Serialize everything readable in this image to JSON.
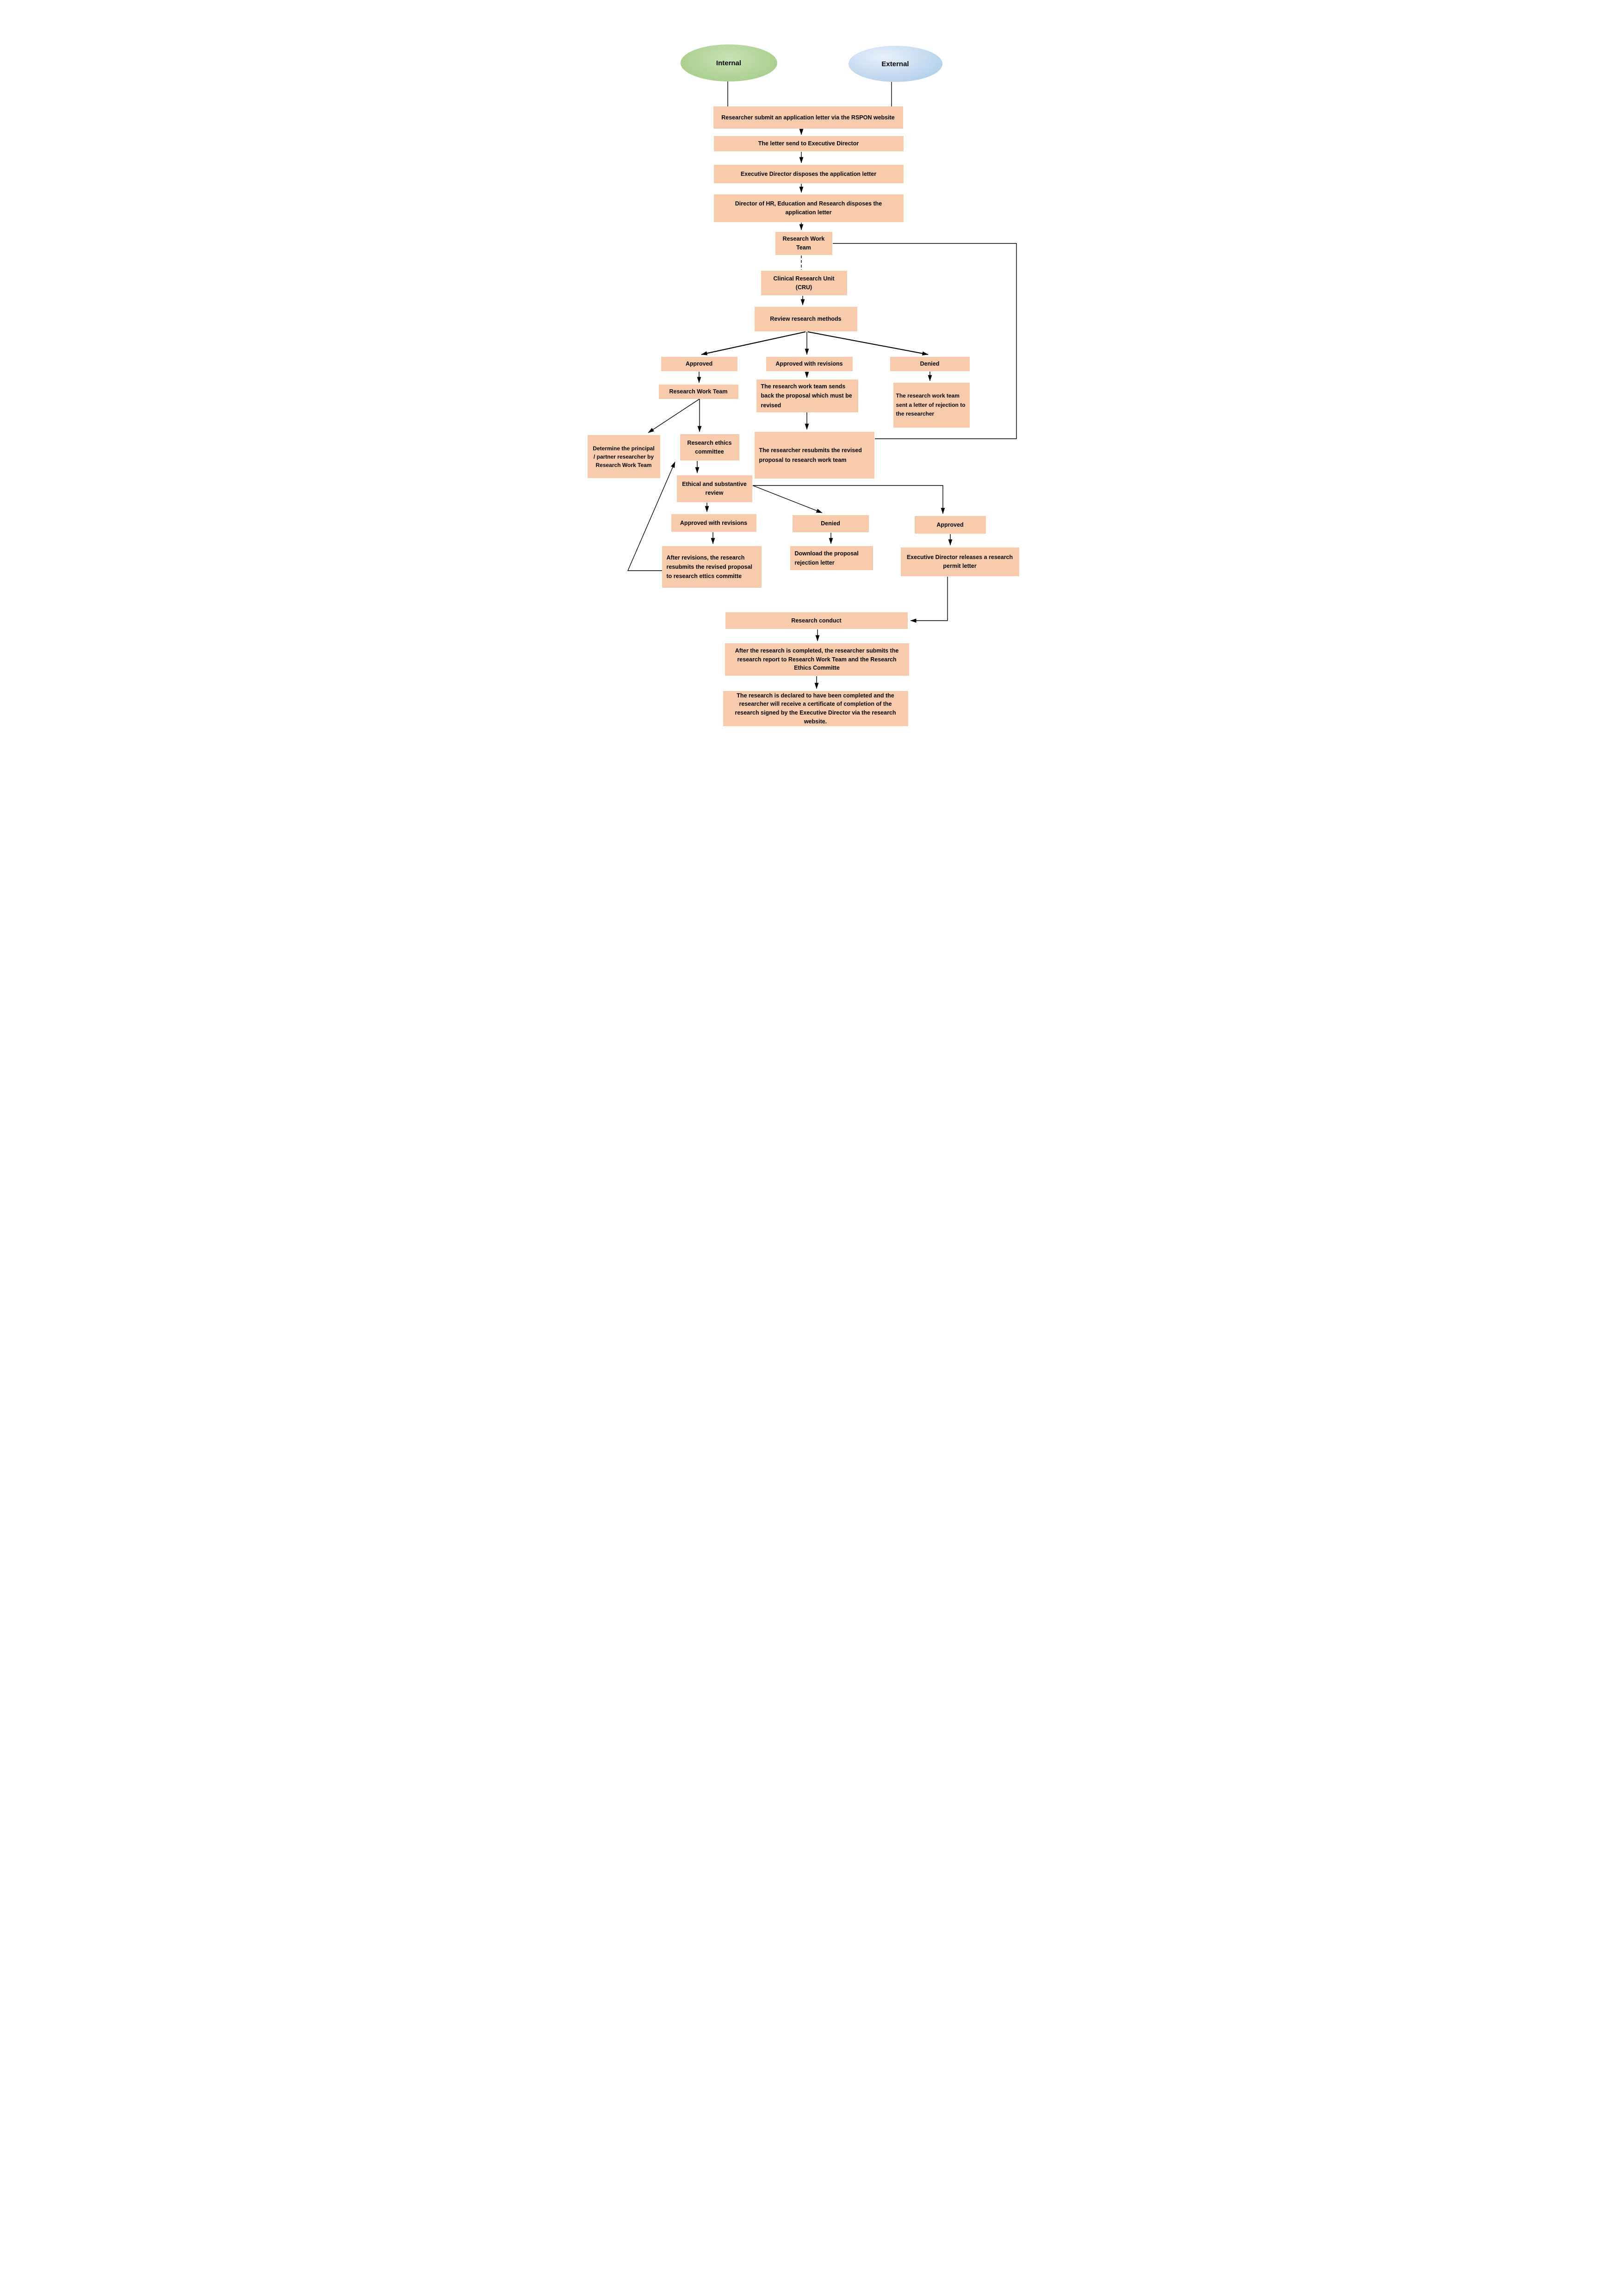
{
  "title": "Research application flow (RSPON)",
  "colors": {
    "node_fill": "#F8CBAD",
    "line": "#000000",
    "text": "#000000",
    "background": "#FFFFFF",
    "ellipse_internal_center": "#c8e2b4",
    "ellipse_internal_edge": "#a9cf8e",
    "ellipse_external_center": "#e7f0fa",
    "ellipse_external_edge": "#a3c6e8"
  },
  "ellipses": {
    "internal": {
      "label": "Internal"
    },
    "external": {
      "label": "External"
    }
  },
  "nodes": {
    "submit_application": {
      "label": "Researcher submit an application letter via the RSPON website"
    },
    "letter_to_director": {
      "label": "The letter send to Executive Director"
    },
    "director_disposes": {
      "label": "Executive Director disposes the application letter"
    },
    "hr_disposes": {
      "label": "Director of HR, Education and Research disposes the application letter"
    },
    "research_work_team": {
      "label": "Research Work Team"
    },
    "cru": {
      "label": "Clinical Research Unit (CRU)"
    },
    "review_methods": {
      "label": "Review research methods"
    },
    "approved_1": {
      "label": "Approved"
    },
    "approved_revisions_1": {
      "label": "Approved with revisions"
    },
    "denied_1": {
      "label": "Denied"
    },
    "research_work_team_2": {
      "label": "Research Work Team"
    },
    "sends_back": {
      "label": "The research work team sends back the proposal which must be revised"
    },
    "rejection_letter": {
      "label": "The research work team sent a letter of rejection to the researcher"
    },
    "determine_principal": {
      "label": "Determine the principal / partner researcher by Research Work Team"
    },
    "ethics_committee": {
      "label": "Research ethics committee"
    },
    "resubmit": {
      "label": "The researcher resubmits the revised proposal to research work team"
    },
    "ethical_review": {
      "label": "Ethical and substantive review"
    },
    "approved_revisions_2": {
      "label": "Approved with revisions"
    },
    "denied_2": {
      "label": "Denied"
    },
    "approved_2": {
      "label": "Approved"
    },
    "after_revisions": {
      "label": "After revisions, the research resubmits the revised proposal to research ettics committe"
    },
    "download_rejection": {
      "label": "Download the proposal rejection letter"
    },
    "exec_releases_permit": {
      "label": "Executive Director releases a research permit letter"
    },
    "research_conduct": {
      "label": "Research conduct"
    },
    "submit_report": {
      "label": "After the research is completed, the researcher submits the research report to Research Work Team and the Research Ethics Committe"
    },
    "declared_complete": {
      "label": "The research is declared to have been completed and the researcher will receive a certificate of completion of the research signed by the Executive Director via the research website."
    }
  },
  "edges": [
    {
      "from": "internal",
      "to": "submit_application",
      "style": "line"
    },
    {
      "from": "external",
      "to": "submit_application",
      "style": "line"
    },
    {
      "from": "submit_application",
      "to": "letter_to_director",
      "style": "arrow"
    },
    {
      "from": "letter_to_director",
      "to": "director_disposes",
      "style": "arrow"
    },
    {
      "from": "director_disposes",
      "to": "hr_disposes",
      "style": "arrow"
    },
    {
      "from": "hr_disposes",
      "to": "research_work_team",
      "style": "arrow"
    },
    {
      "from": "research_work_team",
      "to": "cru",
      "style": "dashed"
    },
    {
      "from": "cru",
      "to": "review_methods",
      "style": "arrow"
    },
    {
      "from": "review_methods",
      "to": "approved_1",
      "style": "arrow"
    },
    {
      "from": "review_methods",
      "to": "approved_revisions_1",
      "style": "arrow"
    },
    {
      "from": "review_methods",
      "to": "denied_1",
      "style": "arrow"
    },
    {
      "from": "approved_1",
      "to": "research_work_team_2",
      "style": "arrow"
    },
    {
      "from": "approved_revisions_1",
      "to": "sends_back",
      "style": "arrow"
    },
    {
      "from": "denied_1",
      "to": "rejection_letter",
      "style": "arrow"
    },
    {
      "from": "sends_back",
      "to": "resubmit",
      "style": "arrow"
    },
    {
      "from": "resubmit",
      "to": "research_work_team",
      "style": "line"
    },
    {
      "from": "research_work_team_2",
      "to": "determine_principal",
      "style": "arrow"
    },
    {
      "from": "research_work_team_2",
      "to": "ethics_committee",
      "style": "arrow"
    },
    {
      "from": "ethics_committee",
      "to": "ethical_review",
      "style": "arrow"
    },
    {
      "from": "after_revisions",
      "to": "ethics_committee",
      "style": "arrow"
    },
    {
      "from": "ethical_review",
      "to": "approved_revisions_2",
      "style": "arrow"
    },
    {
      "from": "ethical_review",
      "to": "denied_2",
      "style": "arrow"
    },
    {
      "from": "ethical_review",
      "to": "approved_2",
      "style": "arrow"
    },
    {
      "from": "approved_revisions_2",
      "to": "after_revisions",
      "style": "arrow"
    },
    {
      "from": "denied_2",
      "to": "download_rejection",
      "style": "arrow"
    },
    {
      "from": "approved_2",
      "to": "exec_releases_permit",
      "style": "arrow"
    },
    {
      "from": "exec_releases_permit",
      "to": "research_conduct",
      "style": "arrow"
    },
    {
      "from": "research_conduct",
      "to": "submit_report",
      "style": "arrow"
    },
    {
      "from": "submit_report",
      "to": "declared_complete",
      "style": "arrow"
    }
  ]
}
